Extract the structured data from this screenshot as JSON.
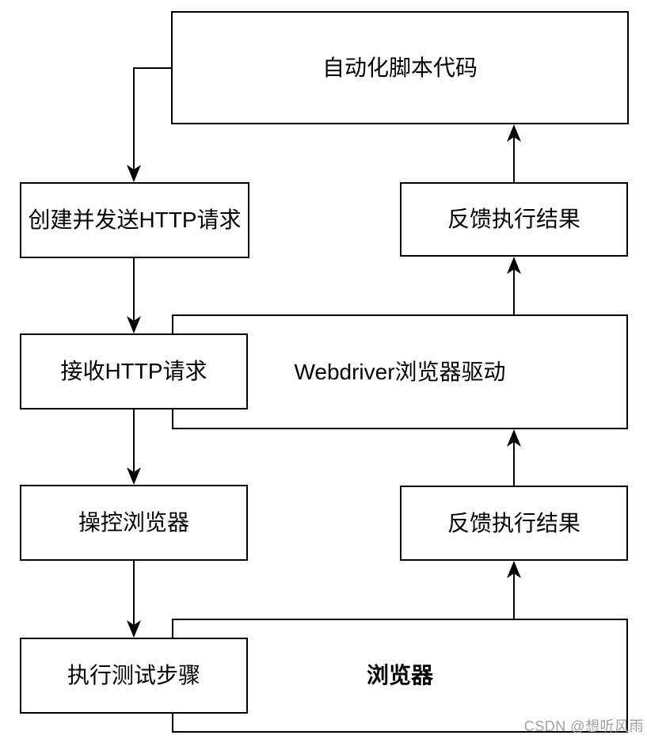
{
  "nodes": {
    "script": {
      "label": "自动化脚本代码"
    },
    "create_request": {
      "label": "创建并发送HTTP请求"
    },
    "feedback_top": {
      "label": "反馈执行结果"
    },
    "receive_request": {
      "label": "接收HTTP请求"
    },
    "webdriver": {
      "label": "Webdriver浏览器驱动"
    },
    "control_browser": {
      "label": "操控浏览器"
    },
    "feedback_bottom": {
      "label": "反馈执行结果"
    },
    "execute_steps": {
      "label": "执行测试步骤"
    },
    "browser": {
      "label": "浏览器"
    }
  },
  "edges": [
    {
      "from": "script",
      "to": "create_request"
    },
    {
      "from": "create_request",
      "to": "receive_request"
    },
    {
      "from": "receive_request",
      "to": "control_browser"
    },
    {
      "from": "control_browser",
      "to": "execute_steps"
    },
    {
      "from": "browser",
      "to": "feedback_bottom"
    },
    {
      "from": "feedback_bottom",
      "to": "webdriver"
    },
    {
      "from": "webdriver",
      "to": "feedback_top"
    },
    {
      "from": "feedback_top",
      "to": "script"
    }
  ],
  "colors": {
    "line": "#000000",
    "box_background": "#ffffff",
    "watermark": "#a0a0a0"
  },
  "watermark": {
    "text": "CSDN @想听风雨"
  }
}
